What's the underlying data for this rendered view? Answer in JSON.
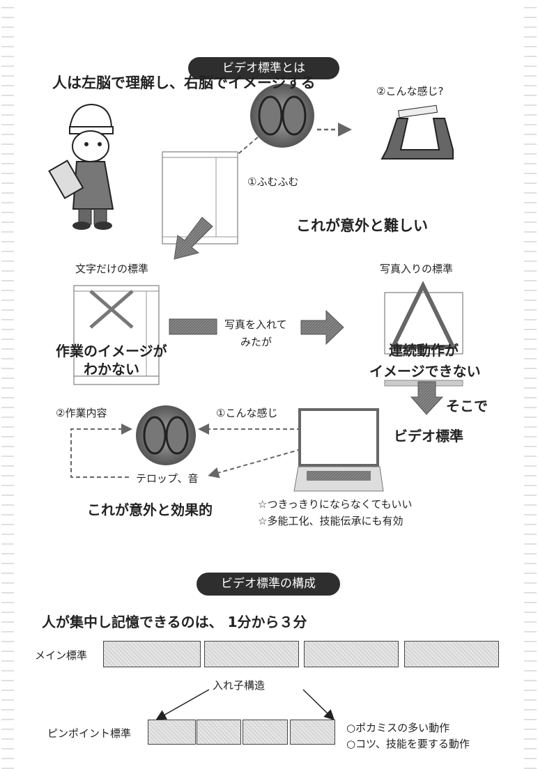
{
  "section1": {
    "title": "ビデオ標準とは",
    "heading": "人は左脳で理解し、右脳でイメージする",
    "imagine_label": "②こんな感じ?",
    "read_label": "①ふむふむ",
    "difficult": "これが意外と難しい",
    "text_only_label": "文字だけの標準",
    "photo_label": "写真入りの標準",
    "middle_line1": "写真を入れて",
    "middle_line2": "みたが",
    "text_only_problem_line1": "作業のイメージが",
    "text_only_problem_line2": "わかない",
    "photo_problem_line1": "連続動作が",
    "photo_problem_line2": "イメージできない",
    "so": "そこで",
    "video_standard": "ビデオ標準",
    "work_content": "②作業内容",
    "like_this": "①こんな感じ",
    "telop": "テロップ、音",
    "effective": "これが意外と効果的",
    "benefits": [
      "☆つきっきりにならなくてもいい",
      "☆多能工化、技能伝承にも有効"
    ]
  },
  "section2": {
    "title": "ビデオ標準の構成",
    "heading": "人が集中し記憶できるのは、 1分から３分",
    "main_label": "メイン標準",
    "nested_label": "入れ子構造",
    "pinpoint_label": "ピンポイント標準",
    "pinpoint_notes": [
      "○ポカミスの多い動作",
      "○コツ、技能を要する動作"
    ]
  }
}
